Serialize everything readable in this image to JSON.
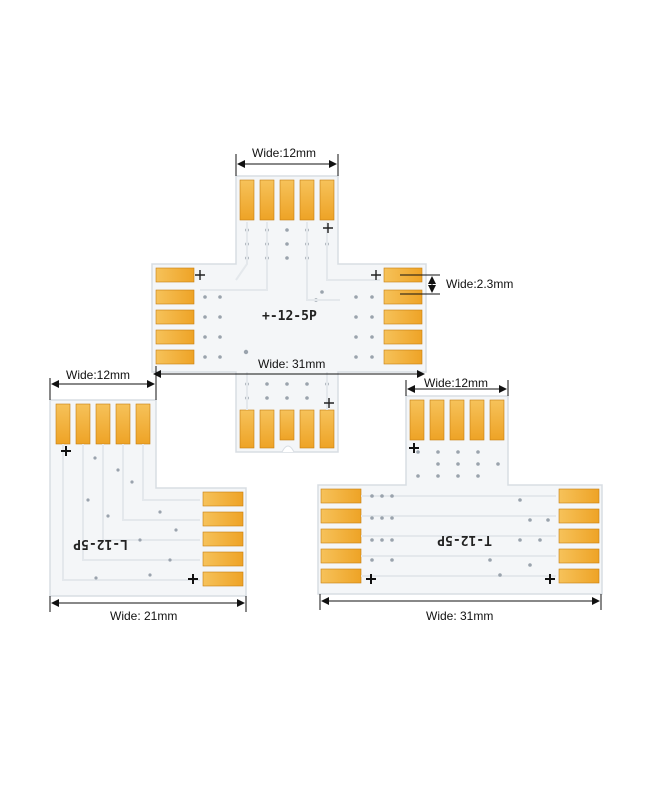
{
  "colors": {
    "board": "#f4f6f8",
    "board_edge": "#d8dde3",
    "pad": "#f2b23b",
    "pad_dark": "#e39a1c",
    "pad_edge": "#c57d12",
    "line": "#111111",
    "via": "#9aa3ad"
  },
  "cross_connector": {
    "label": "+-12-5P",
    "top_width": "Wide:12mm",
    "pad_width": "Wide:2.3mm",
    "total_width": "Wide: 31mm"
  },
  "l_connector": {
    "label": "L-12-5P",
    "top_width": "Wide:12mm",
    "total_width": "Wide: 21mm"
  },
  "t_connector": {
    "label": "T-12-5P",
    "top_width": "Wide:12mm",
    "total_width": "Wide: 31mm"
  },
  "icons": {
    "plus_marker": "plus-marker-icon",
    "bracket_marker": "bracket-marker-icon"
  }
}
